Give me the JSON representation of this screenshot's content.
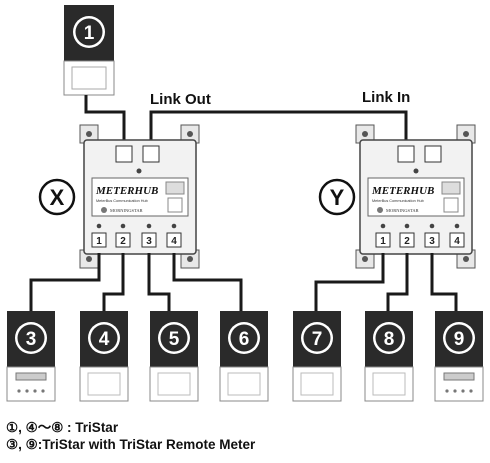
{
  "labels": {
    "link_out": "Link Out",
    "link_in": "Link In",
    "hub_x": "X",
    "hub_y": "Y"
  },
  "hub": {
    "brand": "METERHUB",
    "subtitle": "MeterBus Communication Hub",
    "maker": "MORNINGSTAR",
    "ports": [
      "1",
      "2",
      "3",
      "4"
    ]
  },
  "devices": [
    {
      "number": "1",
      "remote_meter": false
    },
    {
      "number": "3",
      "remote_meter": true
    },
    {
      "number": "4",
      "remote_meter": false
    },
    {
      "number": "5",
      "remote_meter": false
    },
    {
      "number": "6",
      "remote_meter": false
    },
    {
      "number": "7",
      "remote_meter": false
    },
    {
      "number": "8",
      "remote_meter": false
    },
    {
      "number": "9",
      "remote_meter": true
    }
  ],
  "legend": [
    "①, ④～⑧ : TriStar",
    "③, ⑨:TriStar with TriStar Remote Meter"
  ]
}
